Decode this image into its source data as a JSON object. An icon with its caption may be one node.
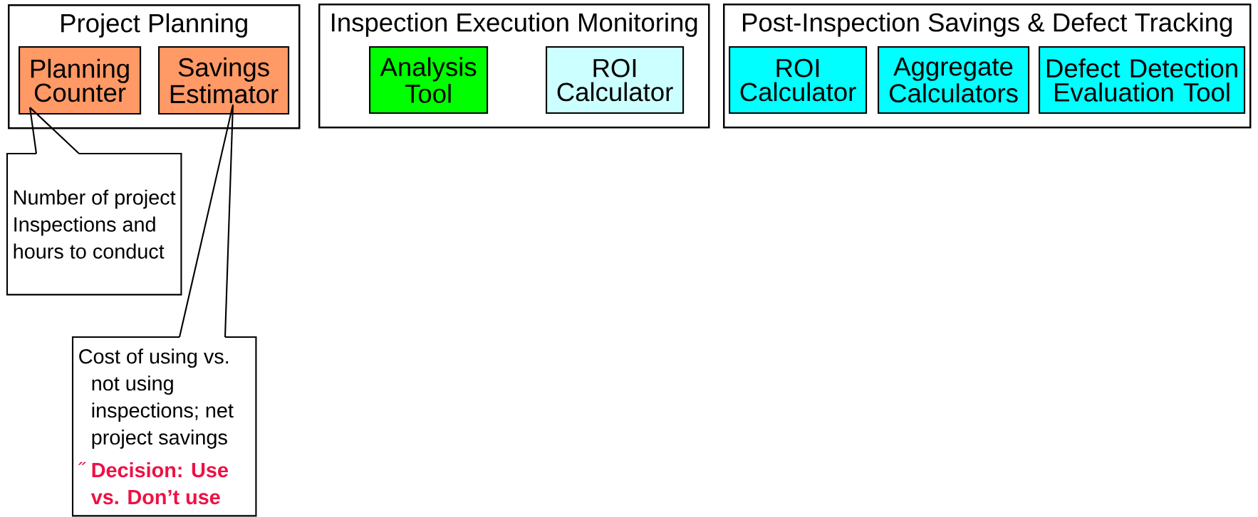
{
  "diagram": {
    "nodes": [
      {
        "text": [
          "Project Planning"
        ]
      },
      {
        "text": [
          "Planning Counter"
        ],
        "in": 0
      },
      {
        "text": [
          "Savings Estimator"
        ],
        "in": 0
      },
      {
        "text": [
          "Inspection Execution Monitoring"
        ]
      },
      {
        "text": [
          "Analysis Tool"
        ],
        "in": 3
      },
      {
        "text": [
          "ROI Calculator"
        ],
        "in": 3
      },
      {
        "text": [
          "Post-Inspection Savings & Defect Tracking"
        ]
      },
      {
        "text": [
          "ROI Calculator"
        ],
        "in": 6
      },
      {
        "text": [
          "Aggregate Calculators"
        ],
        "in": 6
      },
      {
        "text": [
          "Defect Detection Evaluation Tool"
        ],
        "in": 6
      },
      {
        "text": [
          "Number of project Inspections and hours to conduct"
        ]
      },
      {
        "text": [
          "Cost of using vs. not using inspections; net project savings",
          "˝",
          "Decision: Use vs. Don’t use"
        ]
      }
    ],
    "edges": [
      {
        "from": 10,
        "to": 1,
        "arrow": "none"
      },
      {
        "from": 11,
        "to": 2,
        "arrow": "none"
      }
    ]
  }
}
